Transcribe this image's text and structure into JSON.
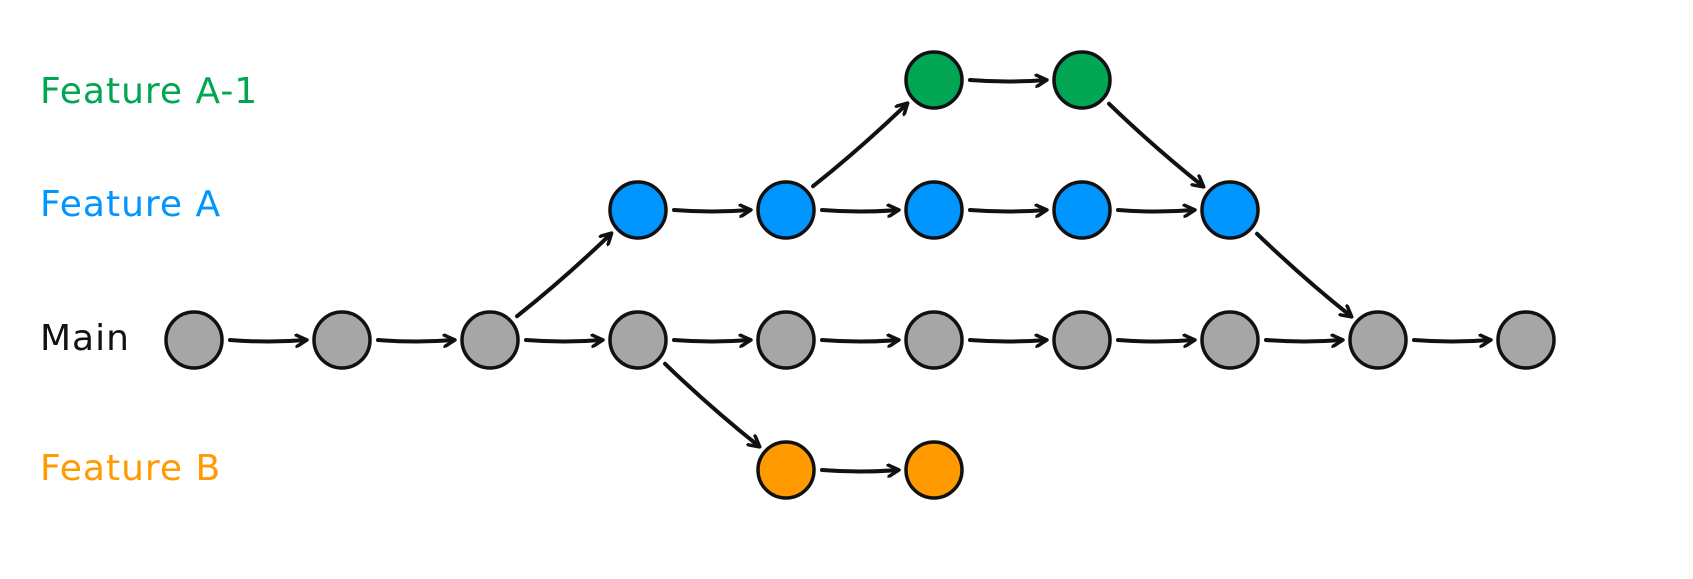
{
  "diagram": {
    "type": "git-branch-graph",
    "lanes": [
      {
        "id": "a1",
        "label": "Feature A-1",
        "color": "#00a651"
      },
      {
        "id": "a",
        "label": "Feature A",
        "color": "#0095ff"
      },
      {
        "id": "main",
        "label": "Main",
        "color": "#111111"
      },
      {
        "id": "b",
        "label": "Feature B",
        "color": "#ff9a00"
      }
    ],
    "commit_colors": {
      "main": "#a6a6a6",
      "a": "#0095ff",
      "a1": "#00a651",
      "b": "#ff9a00"
    },
    "commits": [
      {
        "id": "m1",
        "lane": "main",
        "step": 1
      },
      {
        "id": "m2",
        "lane": "main",
        "step": 2
      },
      {
        "id": "m3",
        "lane": "main",
        "step": 3
      },
      {
        "id": "m4",
        "lane": "main",
        "step": 4
      },
      {
        "id": "m5",
        "lane": "main",
        "step": 5
      },
      {
        "id": "m6",
        "lane": "main",
        "step": 6
      },
      {
        "id": "m7",
        "lane": "main",
        "step": 7
      },
      {
        "id": "m8",
        "lane": "main",
        "step": 8
      },
      {
        "id": "m9",
        "lane": "main",
        "step": 9
      },
      {
        "id": "m10",
        "lane": "main",
        "step": 10
      },
      {
        "id": "a1c",
        "lane": "a",
        "step": 4
      },
      {
        "id": "a2c",
        "lane": "a",
        "step": 5
      },
      {
        "id": "a3c",
        "lane": "a",
        "step": 6
      },
      {
        "id": "a4c",
        "lane": "a",
        "step": 7
      },
      {
        "id": "a5c",
        "lane": "a",
        "step": 8
      },
      {
        "id": "x1",
        "lane": "a1",
        "step": 6
      },
      {
        "id": "x2",
        "lane": "a1",
        "step": 7
      },
      {
        "id": "b1",
        "lane": "b",
        "step": 5
      },
      {
        "id": "b2",
        "lane": "b",
        "step": 6
      }
    ],
    "edges": [
      [
        "m1",
        "m2"
      ],
      [
        "m2",
        "m3"
      ],
      [
        "m3",
        "m4"
      ],
      [
        "m4",
        "m5"
      ],
      [
        "m5",
        "m6"
      ],
      [
        "m6",
        "m7"
      ],
      [
        "m7",
        "m8"
      ],
      [
        "m8",
        "m9"
      ],
      [
        "m9",
        "m10"
      ],
      [
        "m3",
        "a1c"
      ],
      [
        "a1c",
        "a2c"
      ],
      [
        "a2c",
        "a3c"
      ],
      [
        "a3c",
        "a4c"
      ],
      [
        "a4c",
        "a5c"
      ],
      [
        "a2c",
        "x1"
      ],
      [
        "x1",
        "x2"
      ],
      [
        "x2",
        "a5c"
      ],
      [
        "a5c",
        "m9"
      ],
      [
        "m4",
        "b1"
      ],
      [
        "b1",
        "b2"
      ]
    ]
  }
}
